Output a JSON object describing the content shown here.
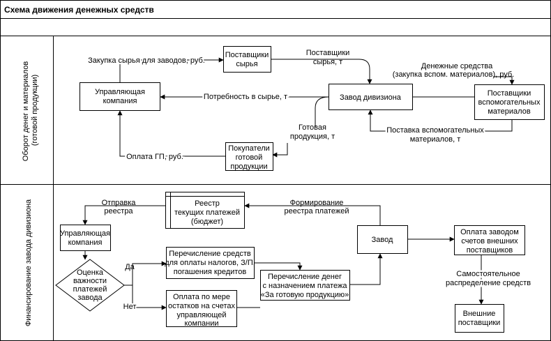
{
  "title": "Схема движения денежных средств",
  "lanes": {
    "top_line1": "Оборот денег и материалов",
    "top_line2": "(готовой продукции)",
    "bottom": "Финансирование завода дивизиона"
  },
  "top": {
    "suppliers_raw": [
      "Поставщики",
      "сырья"
    ],
    "mgmt": [
      "Управляющая",
      "компания"
    ],
    "plant": "Завод дивизиона",
    "suppliers_aux": [
      "Поставщики",
      "вспомогательных",
      "материалов"
    ],
    "buyers": [
      "Покупатели",
      "готовой",
      "продукции"
    ],
    "lbl_purchase": "Закупка сырья для заводов, руб.",
    "lbl_sup_raw": [
      "Поставщики",
      "сырья, т"
    ],
    "lbl_need": "Потребность в сырье, т",
    "lbl_money": [
      "Денежные средства",
      "(закупка вспом. материалов), руб."
    ],
    "lbl_aux_supply": [
      "Поставка вспомогательных",
      "материалов, т"
    ],
    "lbl_finished": [
      "Готовая",
      "продукция, т"
    ],
    "lbl_payment": "Оплата ГП, руб."
  },
  "bottom": {
    "registry": [
      "Реестр",
      "текущих платежей",
      "(бюджет)"
    ],
    "mgmt": [
      "Управляющая",
      "компания"
    ],
    "decision": [
      "Оценка",
      "важности",
      "платежей",
      "завода"
    ],
    "taxes": [
      "Перечисление средств",
      "для оплаты налогов, З/П,",
      "погашения кредитов"
    ],
    "remainder": [
      "Оплата по мере",
      "остатков на счетах",
      "управляющей",
      "компании"
    ],
    "transfer": [
      "Перечисление денег",
      "с назначением платежа",
      "«За готовую продукцию»"
    ],
    "plant": "Завод",
    "pay_ext": [
      "Оплата заводом",
      "счетов внешних",
      "поставщиков"
    ],
    "ext_sup": [
      "Внешние",
      "поставщики"
    ],
    "lbl_send": [
      "Отправка",
      "реестра"
    ],
    "lbl_form": [
      "Формирование",
      "реестра платежей"
    ],
    "lbl_yes": "Да",
    "lbl_no": "Нет",
    "lbl_self": [
      "Самостоятельное",
      "распределение средств"
    ]
  }
}
